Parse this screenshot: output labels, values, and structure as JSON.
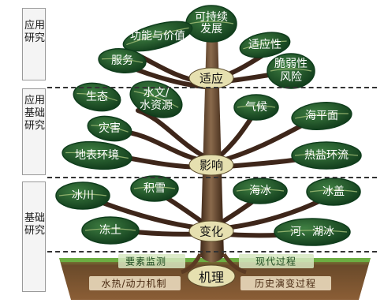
{
  "side_labels": [
    "应用研究",
    "应用基础研究",
    "基础研究"
  ],
  "top_goal": "可持续\n发展",
  "tiers": {
    "adapt": {
      "label": "适应",
      "leaves": [
        "功能与价值",
        "适应性",
        "服务",
        "脆弱性\n风险"
      ]
    },
    "impact": {
      "label": "影响",
      "leaves": [
        "生态",
        "水文/\n水资源",
        "气候",
        "海平面",
        "灾害",
        "地表环境",
        "热盐环流"
      ]
    },
    "change": {
      "label": "变化",
      "leaves": [
        "冰川",
        "积雪",
        "海冰",
        "冰盖",
        "冻土",
        "河、湖冰"
      ]
    }
  },
  "root": {
    "label": "机理",
    "soil": [
      "要素监测",
      "现代过程",
      "水热/动力机制",
      "历史演变过程"
    ]
  },
  "colors": {
    "leaf_dark": "#0f3d1c",
    "leaf_mid": "#2c6e34",
    "leaf_vein": "#a7c27a",
    "trunk": "#5b3a22",
    "branch": "#3e261a",
    "oval_fill": "#e6e0b0",
    "grass": "#6cae42",
    "soil": "#7a5230",
    "soil_panel_top": "#d7e8c1",
    "soil_panel_bottom": "#e9d9bd"
  }
}
